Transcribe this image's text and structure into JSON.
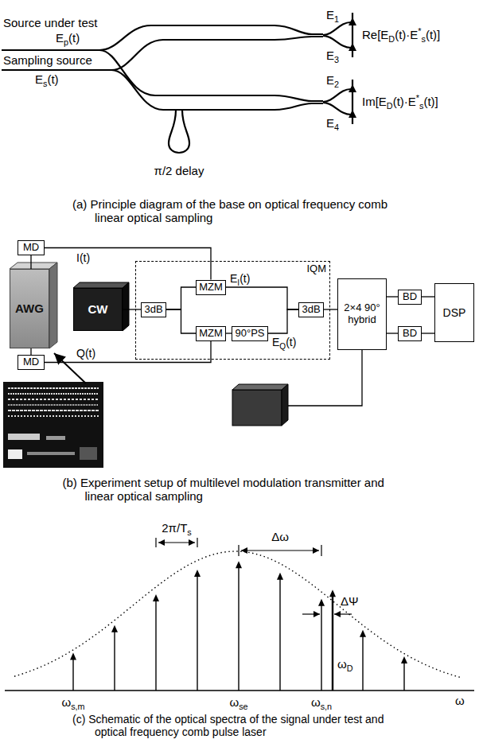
{
  "diagram": {
    "nodes": [
      {
        "text": [
          "MD"
        ]
      },
      {
        "text": [
          "AWG"
        ]
      },
      {
        "text": [
          "MD"
        ]
      },
      {
        "text": [
          "CW"
        ]
      },
      {
        "text": [
          "IQM"
        ]
      },
      {
        "text": [
          "3dB"
        ],
        "in": 4
      },
      {
        "text": [
          "MZM"
        ],
        "in": 4
      },
      {
        "text": [
          "MZM"
        ],
        "in": 4
      },
      {
        "text": [
          "90°PS"
        ],
        "in": 4
      },
      {
        "text": [
          "3dB"
        ],
        "in": 4
      },
      {
        "text": [
          "2×4 90° hybrid"
        ]
      },
      {
        "text": [
          "BD"
        ]
      },
      {
        "text": [
          "BD"
        ]
      },
      {
        "text": [
          "DSP"
        ]
      }
    ],
    "edges": [
      {
        "from": 1,
        "to": 0,
        "arrow": "none"
      },
      {
        "from": 0,
        "to": 6,
        "label": "I(t)",
        "arrow": "none"
      },
      {
        "from": 1,
        "to": 2,
        "arrow": "none"
      },
      {
        "from": 2,
        "to": 7,
        "label": "Q(t)",
        "arrow": "none"
      },
      {
        "from": 3,
        "to": 5,
        "arrow": "none"
      },
      {
        "from": 5,
        "to": 6,
        "arrow": "none"
      },
      {
        "from": 5,
        "to": 7,
        "arrow": "none"
      },
      {
        "from": 7,
        "to": 8,
        "arrow": "none"
      },
      {
        "from": 6,
        "to": 9,
        "label": "EI(t)",
        "arrow": "none"
      },
      {
        "from": 8,
        "to": 9,
        "label": "EQ(t)",
        "arrow": "none"
      },
      {
        "from": 9,
        "to": 10,
        "arrow": "none"
      },
      {
        "from": 10,
        "to": 11,
        "arrow": "none"
      },
      {
        "from": 10,
        "to": 12,
        "arrow": "none"
      },
      {
        "from": 11,
        "to": 13,
        "arrow": "none"
      },
      {
        "from": 12,
        "to": 13,
        "arrow": "none"
      }
    ],
    "labels": [
      "Source under test",
      "Ep(t)",
      "Sampling source",
      "Es(t)",
      "E1",
      "E3",
      "Re[ED(t)·E*s(t)]",
      "E2",
      "E4",
      "Im[ED(t)·E*s(t)]",
      "π/2 delay",
      "(a) Principle diagram of the base on optical frequency comb linear optical sampling",
      "(b) Experiment setup of multilevel modulation transmitter and linear optical sampling",
      "2π/Ts",
      "Δω",
      "ΔΨ",
      "ωD",
      "ωs,m",
      "ωse",
      "ωs,n",
      "ω",
      "(c) Schematic of the optical spectra of the signal under test and optical frequency comb pulse laser"
    ]
  }
}
